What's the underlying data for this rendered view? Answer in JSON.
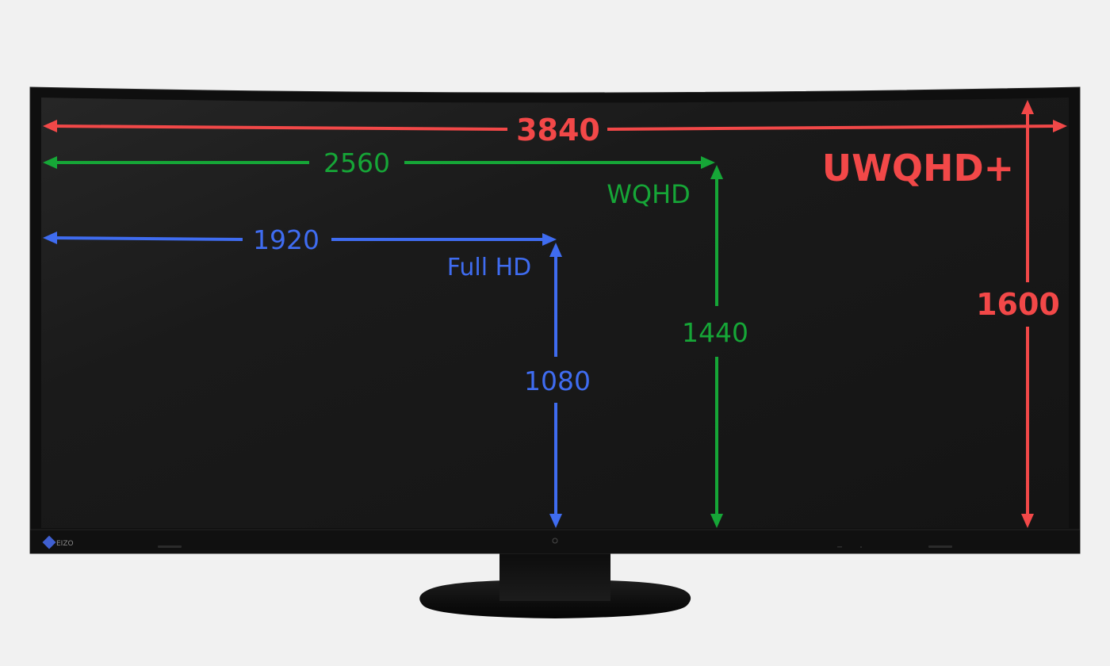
{
  "brand": {
    "logo_text": "EIZO"
  },
  "resolutions": {
    "full_hd": {
      "name": "Full HD",
      "width": "1920",
      "height": "1080",
      "color": "#3f6cf0"
    },
    "wqhd": {
      "name": "WQHD",
      "width": "2560",
      "height": "1440",
      "color": "#16a637"
    },
    "uwqhd_plus": {
      "name": "UWQHD+",
      "width": "3840",
      "height": "1600",
      "color": "#f24848"
    }
  },
  "colors": {
    "background": "#f1f1f1",
    "bezel": "#111111",
    "screen": "#1b1b1b"
  }
}
